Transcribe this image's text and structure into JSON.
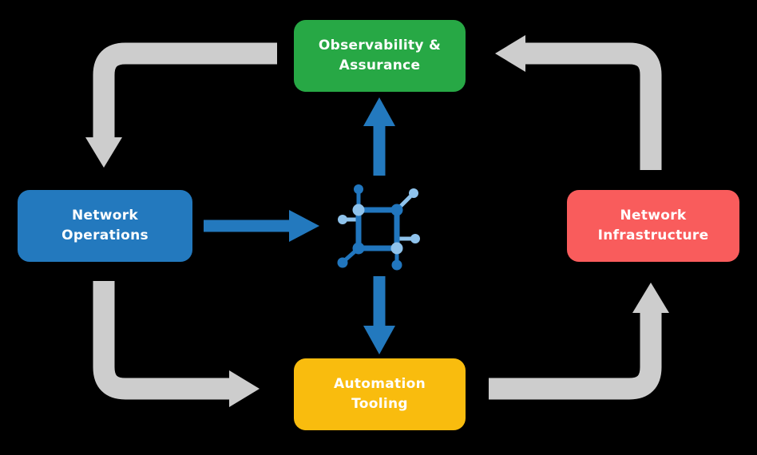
{
  "diagram": {
    "nodes": {
      "observability": {
        "label": "Observability &\nAssurance"
      },
      "operations": {
        "label": "Network\nOperations"
      },
      "infrastructure": {
        "label": "Network\nInfrastructure"
      },
      "automation": {
        "label": "Automation\nTooling"
      }
    },
    "center_icon": "network-mesh-icon",
    "edges": [
      {
        "from": "observability",
        "to": "operations",
        "style": "outer-loop-gray"
      },
      {
        "from": "operations",
        "to": "automation",
        "style": "outer-loop-gray"
      },
      {
        "from": "automation",
        "to": "infrastructure",
        "style": "outer-loop-gray"
      },
      {
        "from": "infrastructure",
        "to": "observability",
        "style": "outer-loop-gray"
      },
      {
        "from": "operations",
        "to": "center-icon",
        "style": "direct-blue"
      },
      {
        "from": "center-icon",
        "to": "observability",
        "style": "direct-blue"
      },
      {
        "from": "center-icon",
        "to": "automation",
        "style": "direct-blue"
      }
    ]
  },
  "colors": {
    "background": "#000000",
    "node-observability": "#27A845",
    "node-operations": "#2379BE",
    "node-infrastructure": "#F95C5C",
    "node-automation": "#F9BC0E",
    "node-text": "#FFFFFF",
    "flow-arrow": "#CDCDCD",
    "data-arrow": "#2379BE",
    "icon-dark": "#2176BE",
    "icon-light": "#8FC3EC"
  }
}
